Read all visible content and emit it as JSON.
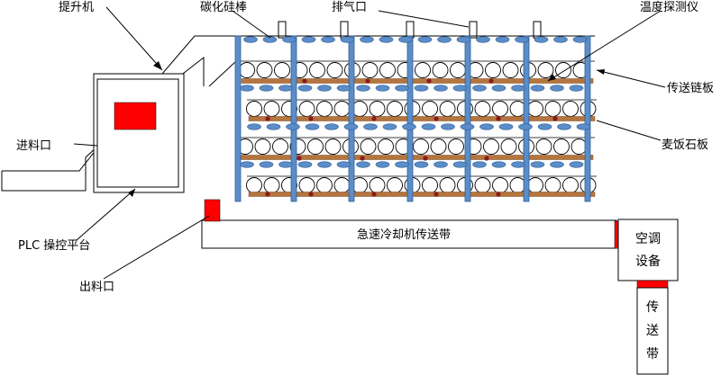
{
  "labels": {
    "hoist": "提升机",
    "silicon_carbide_rod": "碳化硅棒",
    "exhaust_port": "排气口",
    "temp_probe": "温度探测仪",
    "conveyor_chain_plate": "传送链板",
    "feed_inlet": "进料口",
    "maifan_stone_plate": "麦饭石板",
    "plc_platform": "PLC 操控平台",
    "rapid_cooling_belt": "急速冷却机传送带",
    "discharge_outlet": "出料口",
    "ac_unit_line1": "空调",
    "ac_unit_line2": "设备",
    "belt_line1": "传",
    "belt_line2": "送",
    "belt_line3": "带"
  },
  "colors": {
    "rod_blue": "#5b8dc9",
    "rod_stroke": "#2f5e95",
    "tray_brown": "#b5753f",
    "dot_dark_red": "#8b1a1a",
    "alarm_red": "#ff0000",
    "line": "#000000"
  }
}
